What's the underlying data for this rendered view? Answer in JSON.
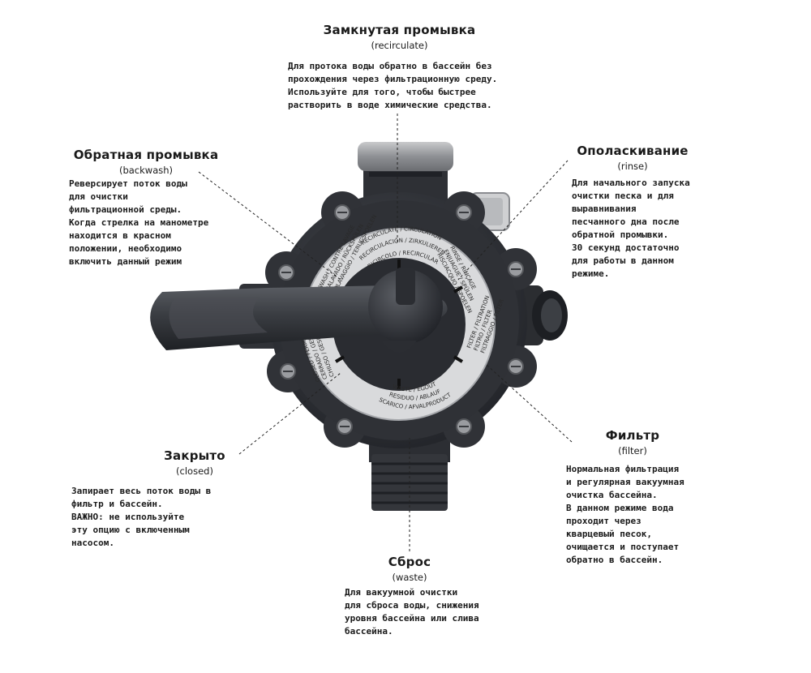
{
  "annotations": {
    "recirculate": {
      "title": "Замкнутая промывка",
      "subtitle": "(recirculate)",
      "lines": [
        "Для протока воды обратно в бассейн без",
        "прохождения через фильтрационную среду.",
        "Используйте для того, чтобы быстрее",
        "растворить в воде химические средства."
      ]
    },
    "backwash": {
      "title": "Обратная промывка",
      "subtitle": "(backwash)",
      "lines": [
        "Реверсирует поток воды",
        "для очистки",
        "фильтрационной среды.",
        "Когда стрелка на манометре",
        "находится в красном",
        "положении, необходимо",
        "включить данный режим"
      ]
    },
    "rinse": {
      "title": "Ополаскивание",
      "subtitle": "(rinse)",
      "lines": [
        "Для начального запуска",
        "очистки песка и для",
        "выравнивания",
        "песчанного дна после",
        "обратной промывки.",
        "30 секунд достаточно",
        "для работы в данном",
        "режиме."
      ]
    },
    "closed": {
      "title": "Закрыто",
      "subtitle": "(closed)",
      "lines": [
        "Запирает весь поток воды в",
        "фильтр и бассейн.",
        "ВАЖНО: не используйте",
        "эту опцию с включенным",
        "насосом."
      ]
    },
    "filter": {
      "title": "Фильтр",
      "subtitle": "(filter)",
      "lines": [
        "Нормальная фильтрация",
        "и регулярная вакуумная",
        "очистка бассейна.",
        "В данном режиме вода",
        "проходит через",
        "кварцевый песок,",
        "очищается и поступает",
        "обратно в бассейн."
      ]
    },
    "waste": {
      "title": "Сброс",
      "subtitle": "(waste)",
      "lines": [
        "Для вакуумной очистки",
        "для сброса воды, снижения",
        "уровня бассейна или слива",
        "бассейна."
      ]
    }
  },
  "dial_labels": {
    "recirculate": [
      "RECIRCULATE / CIRCULATION",
      "RECIRCULACIÓN / ZIRKULIEREN",
      "RICIRCOLO / RECIRCULAR"
    ],
    "waste": [
      "WASTE / EGOUT",
      "RESIDUO / ABLAUF",
      "SCARICO / AFVALPRODUCT"
    ],
    "filter": [
      "FILTER / FILTRATION",
      "FILTRO / FILTER",
      "FILTRAGGIO / FILTER"
    ],
    "rinse": [
      "RINSE / RINÇAGE",
      "ENJUAGUE / SPÜLEN",
      "RISCIACQUO / SPOELEN"
    ],
    "backwash": [
      "BACKWASH / CONTRE LAVAGE",
      "CONTRALAVADO / RÜCKSPÜLEN",
      "CONTROLAVAGGIO / TERUGSPOELEN"
    ],
    "closed": [
      "CLOSED / FERMÉ",
      "CERRADO / GESCHLOSSEN",
      "CHIUSO / GESLOTEN"
    ]
  },
  "colors": {
    "valve_body": "#34363b",
    "valve_dark": "#22242a",
    "dial_face": "#d9dadc",
    "label_text": "#1a1a1a"
  }
}
